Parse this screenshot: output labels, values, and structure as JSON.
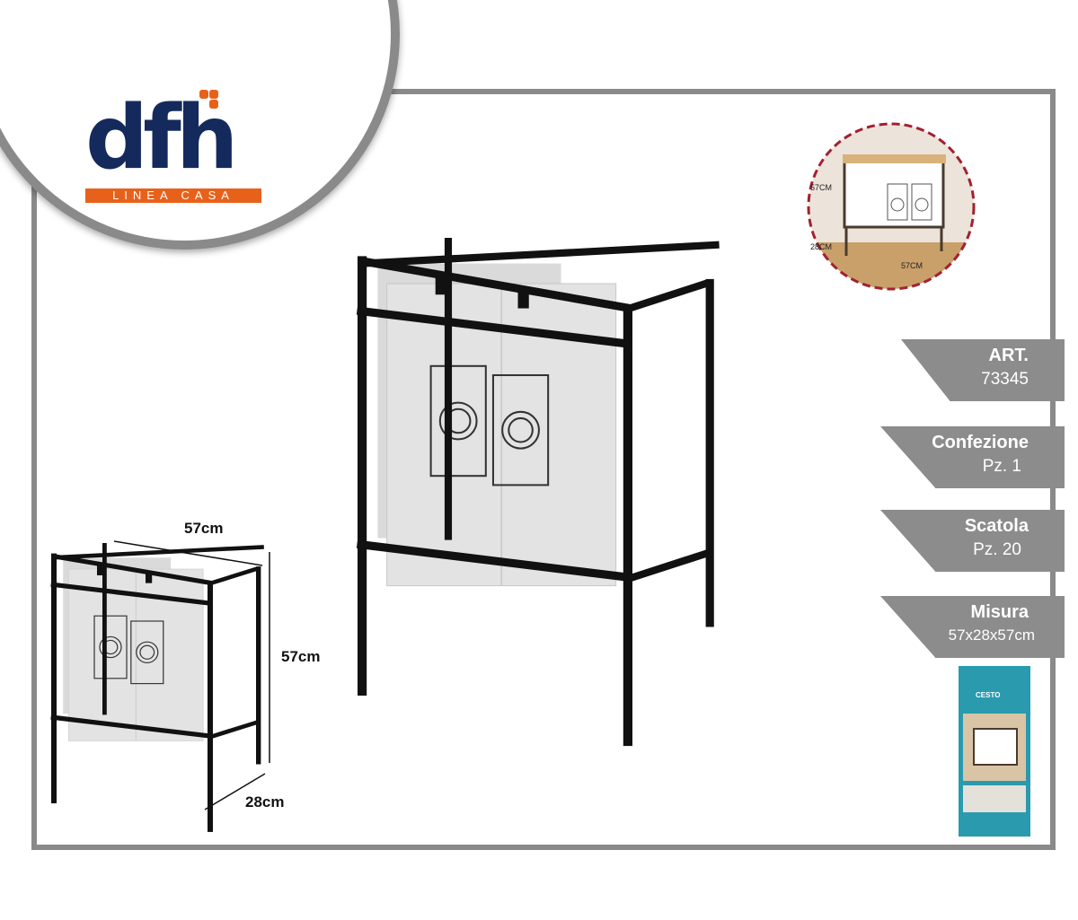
{
  "brand": {
    "logo_text": "dfh",
    "tagline": "LINEA CASA",
    "colors": {
      "navy": "#152a5c",
      "orange": "#e8611a",
      "frame_gray": "#8a8a8a"
    }
  },
  "dimensions": {
    "width": "57cm",
    "height": "57cm",
    "depth": "28cm"
  },
  "inset": {
    "height_label": "57CM",
    "depth_label": "28CM",
    "width_label": "57CM"
  },
  "specs": [
    {
      "label": "ART.",
      "value": "73345"
    },
    {
      "label": "Confezione",
      "value": "Pz. 1"
    },
    {
      "label": "Scatola",
      "value": "Pz. 20"
    },
    {
      "label": "Misura",
      "value": "57x28x57cm"
    }
  ],
  "package": {
    "title": "CESTO"
  }
}
